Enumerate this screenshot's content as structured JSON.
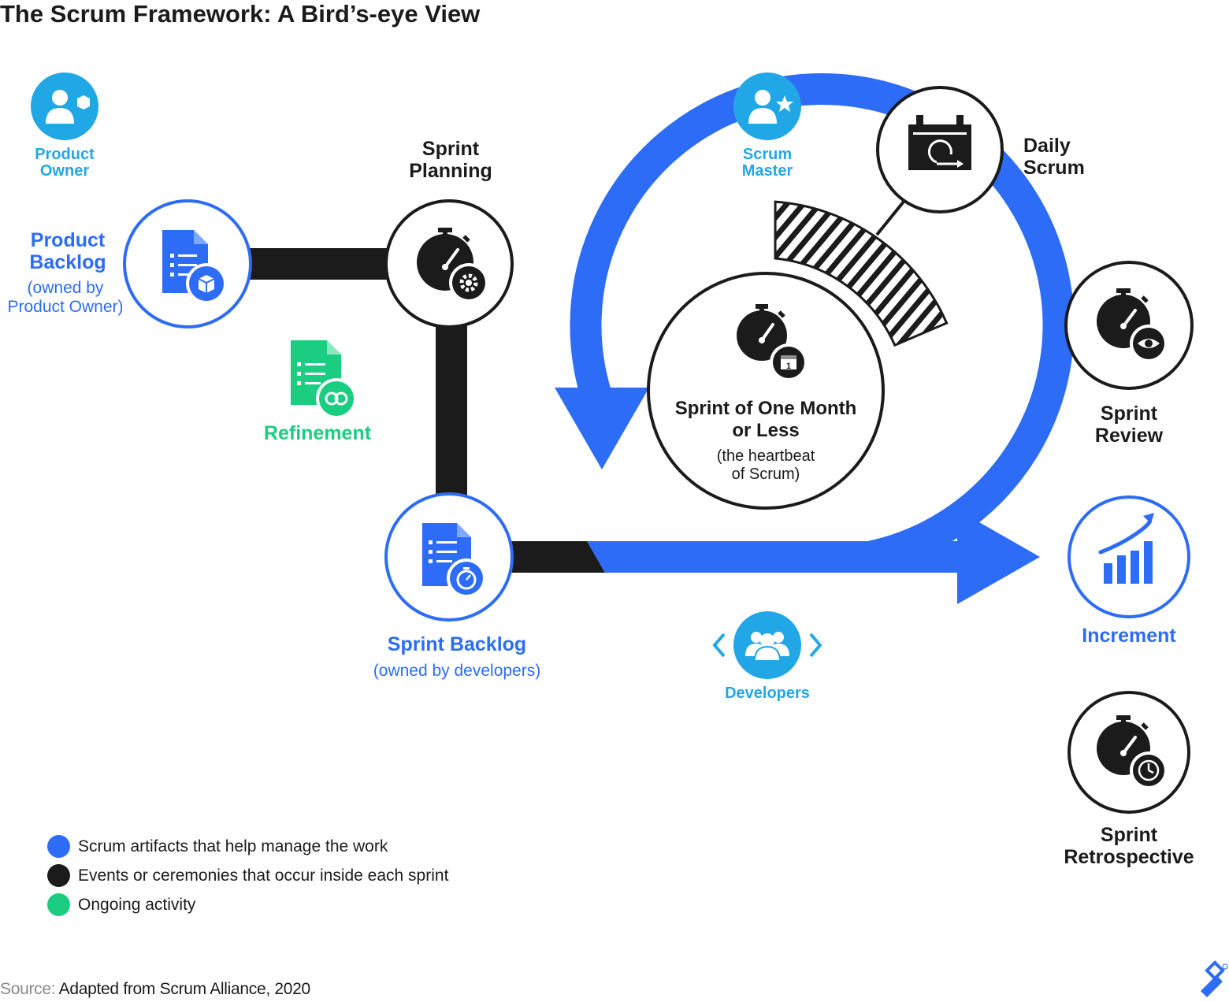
{
  "title": "The Scrum Framework: A Bird’s-eye View",
  "colors": {
    "artifact_blue": "#2d6cf6",
    "event_black": "#1b1b1b",
    "ongoing_green": "#1bcd80",
    "role_lightblue": "#22a7e6"
  },
  "roles": {
    "product_owner": {
      "line1": "Product",
      "line2": "Owner",
      "icon": "user-box-icon"
    },
    "scrum_master": {
      "line1": "Scrum",
      "line2": "Master",
      "icon": "user-star-icon"
    },
    "developers": {
      "label": "Developers",
      "icon": "group-code-icon"
    }
  },
  "artifacts": {
    "product_backlog": {
      "line1": "Product",
      "line2": "Backlog",
      "sub1": "(owned by",
      "sub2": "Product Owner)",
      "icon": "document-box-icon"
    },
    "sprint_backlog": {
      "label": "Sprint Backlog",
      "sub": "(owned by developers)",
      "icon": "document-stopwatch-icon"
    },
    "increment": {
      "label": "Increment",
      "icon": "growth-chart-icon"
    }
  },
  "events": {
    "sprint_planning": {
      "line1": "Sprint",
      "line2": "Planning",
      "icon": "stopwatch-gear-icon"
    },
    "sprint": {
      "line1": "Sprint of One Month",
      "line2": "or Less",
      "sub1": "(the heartbeat",
      "sub2": "of Scrum)",
      "icon": "stopwatch-calendar-icon"
    },
    "daily_scrum": {
      "line1": "Daily",
      "line2": "Scrum",
      "icon": "calendar-loop-icon"
    },
    "sprint_review": {
      "line1": "Sprint",
      "line2": "Review",
      "icon": "stopwatch-eye-icon"
    },
    "sprint_retrospective": {
      "line1": "Sprint",
      "line2": "Retrospective",
      "icon": "stopwatch-clock-icon"
    }
  },
  "ongoing": {
    "refinement": {
      "label": "Refinement",
      "icon": "document-cycle-icon"
    }
  },
  "legend": [
    {
      "label": "Scrum artifacts that help manage the work",
      "color": "#2d6cf6"
    },
    {
      "label": "Events or ceremonies that occur inside each sprint",
      "color": "#1b1b1b"
    },
    {
      "label": "Ongoing activity",
      "color": "#1bcd80"
    }
  ],
  "source": {
    "prefix": "Source:",
    "text": " Adapted from Scrum Alliance, 2020"
  }
}
